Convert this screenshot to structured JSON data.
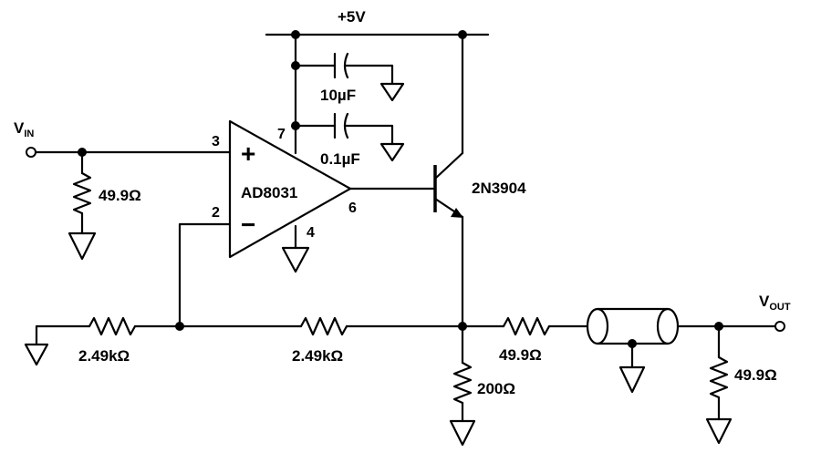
{
  "supply": {
    "label": "+5V"
  },
  "input": {
    "label": "V",
    "sub": "IN"
  },
  "output": {
    "label": "V",
    "sub": "OUT"
  },
  "opamp": {
    "name": "AD8031",
    "pin_noninv": "3",
    "pin_inv": "2",
    "pin_out": "6",
    "pin_vplus": "7",
    "pin_vminus": "4",
    "plus": "+",
    "minus": "−"
  },
  "transistor": {
    "name": "2N3904"
  },
  "capacitors": [
    {
      "value": "10µF"
    },
    {
      "value": "0.1µF"
    }
  ],
  "resistors": {
    "r_in_term": "49.9Ω",
    "r_gnd_gain": "2.49kΩ",
    "r_feedback": "2.49kΩ",
    "r_emitter": "200Ω",
    "r_series": "49.9Ω",
    "r_load": "49.9Ω"
  }
}
